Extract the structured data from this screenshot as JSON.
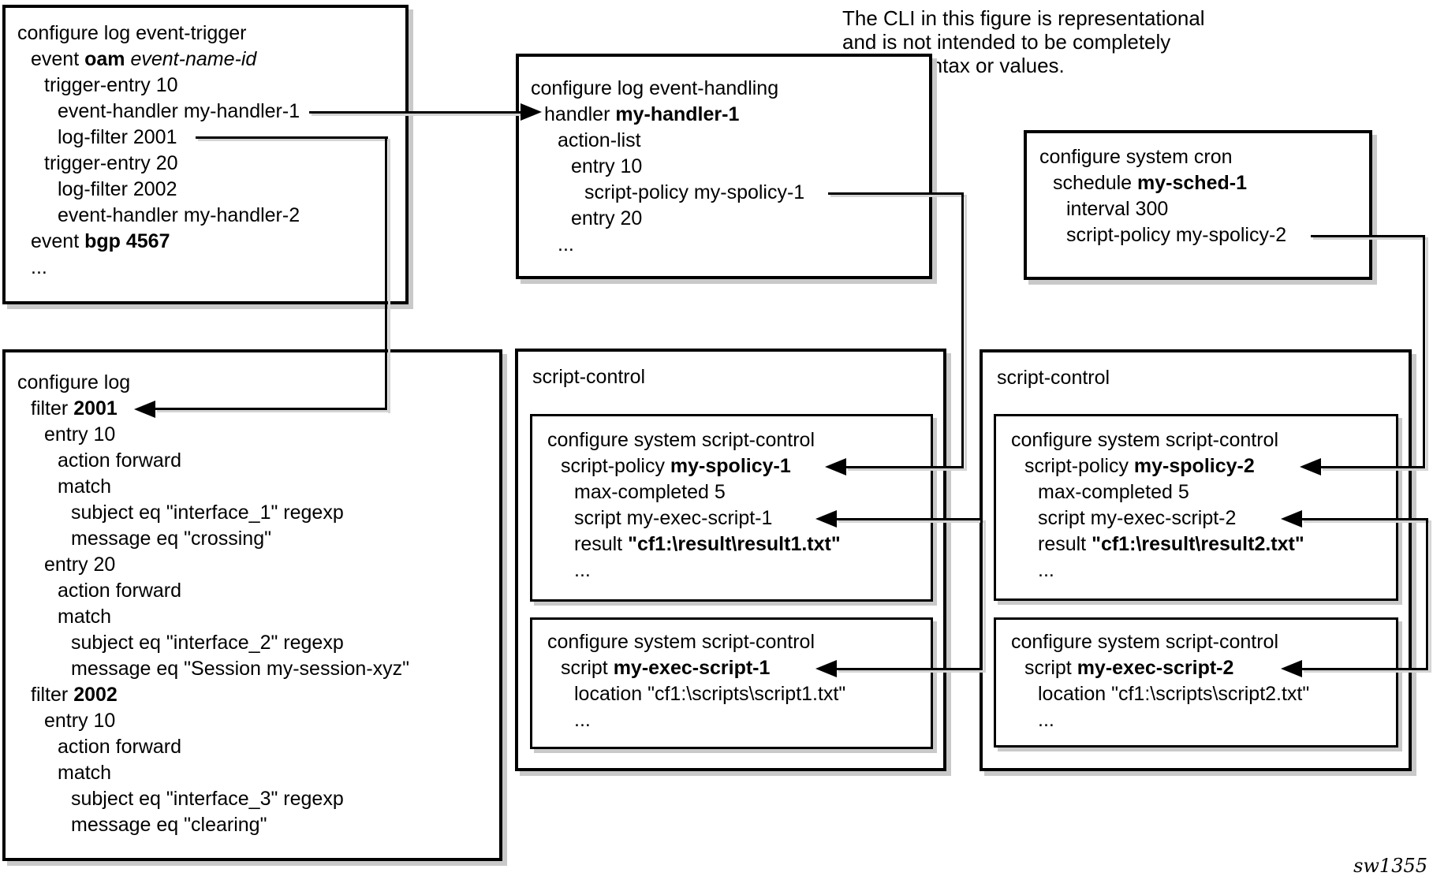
{
  "note": {
    "lines": [
      "The CLI in this figure is representational",
      "and is not intended to be completely",
      "correct syntax or values."
    ]
  },
  "watermark": "sw1355",
  "boxes": {
    "event_trigger": {
      "lines": [
        {
          "indent": 0,
          "segs": [
            {
              "t": "configure log event-trigger"
            }
          ]
        },
        {
          "indent": 1,
          "segs": [
            {
              "t": "event "
            },
            {
              "t": "oam",
              "b": true
            },
            {
              "t": " "
            },
            {
              "t": "event-name-id",
              "i": true
            }
          ]
        },
        {
          "indent": 2,
          "segs": [
            {
              "t": "trigger-entry 10"
            }
          ]
        },
        {
          "indent": 3,
          "segs": [
            {
              "t": "event-handler my-handler-1"
            }
          ]
        },
        {
          "indent": 3,
          "segs": [
            {
              "t": "log-filter 2001"
            }
          ]
        },
        {
          "indent": 2,
          "segs": [
            {
              "t": "trigger-entry 20"
            }
          ]
        },
        {
          "indent": 3,
          "segs": [
            {
              "t": "log-filter 2002"
            }
          ]
        },
        {
          "indent": 3,
          "segs": [
            {
              "t": "event-handler my-handler-2"
            }
          ]
        },
        {
          "indent": 1,
          "segs": [
            {
              "t": "event "
            },
            {
              "t": "bgp 4567",
              "b": true
            }
          ]
        },
        {
          "indent": 1,
          "segs": [
            {
              "t": "..."
            }
          ]
        }
      ]
    },
    "event_handling": {
      "lines": [
        {
          "indent": 0,
          "segs": [
            {
              "t": "configure log event-handling"
            }
          ]
        },
        {
          "indent": 1,
          "segs": [
            {
              "t": "handler "
            },
            {
              "t": "my-handler-1",
              "b": true
            }
          ]
        },
        {
          "indent": 2,
          "segs": [
            {
              "t": "action-list"
            }
          ]
        },
        {
          "indent": 3,
          "segs": [
            {
              "t": "entry 10"
            }
          ]
        },
        {
          "indent": 4,
          "segs": [
            {
              "t": "script-policy my-spolicy-1"
            }
          ]
        },
        {
          "indent": 3,
          "segs": [
            {
              "t": "entry 20"
            }
          ]
        },
        {
          "indent": 2,
          "segs": [
            {
              "t": "..."
            }
          ]
        }
      ]
    },
    "cron": {
      "lines": [
        {
          "indent": 0,
          "segs": [
            {
              "t": "configure system cron"
            }
          ]
        },
        {
          "indent": 1,
          "segs": [
            {
              "t": "schedule "
            },
            {
              "t": "my-sched-1",
              "b": true
            }
          ]
        },
        {
          "indent": 2,
          "segs": [
            {
              "t": "interval 300"
            }
          ]
        },
        {
          "indent": 2,
          "segs": [
            {
              "t": "script-policy my-spolicy-2"
            }
          ]
        }
      ]
    },
    "log_filters": {
      "lines": [
        {
          "indent": 0,
          "segs": [
            {
              "t": "configure log"
            }
          ]
        },
        {
          "indent": 1,
          "segs": [
            {
              "t": "filter "
            },
            {
              "t": "2001",
              "b": true
            }
          ]
        },
        {
          "indent": 2,
          "segs": [
            {
              "t": "entry 10"
            }
          ]
        },
        {
          "indent": 3,
          "segs": [
            {
              "t": "action forward"
            }
          ]
        },
        {
          "indent": 3,
          "segs": [
            {
              "t": "match"
            }
          ]
        },
        {
          "indent": 4,
          "segs": [
            {
              "t": "subject eq \"interface_1\" regexp"
            }
          ]
        },
        {
          "indent": 4,
          "segs": [
            {
              "t": "message eq \"crossing\""
            }
          ]
        },
        {
          "indent": 2,
          "segs": [
            {
              "t": "entry 20"
            }
          ]
        },
        {
          "indent": 3,
          "segs": [
            {
              "t": "action forward"
            }
          ]
        },
        {
          "indent": 3,
          "segs": [
            {
              "t": "match"
            }
          ]
        },
        {
          "indent": 4,
          "segs": [
            {
              "t": "subject eq \"interface_2\" regexp"
            }
          ]
        },
        {
          "indent": 4,
          "segs": [
            {
              "t": "message eq \"Session my-session-xyz\""
            }
          ]
        },
        {
          "indent": 1,
          "segs": [
            {
              "t": "filter "
            },
            {
              "t": "2002",
              "b": true
            }
          ]
        },
        {
          "indent": 2,
          "segs": [
            {
              "t": "entry 10"
            }
          ]
        },
        {
          "indent": 3,
          "segs": [
            {
              "t": "action forward"
            }
          ]
        },
        {
          "indent": 3,
          "segs": [
            {
              "t": "match"
            }
          ]
        },
        {
          "indent": 4,
          "segs": [
            {
              "t": "subject eq \"interface_3\" regexp"
            }
          ]
        },
        {
          "indent": 4,
          "segs": [
            {
              "t": "message eq \"clearing\""
            }
          ]
        }
      ]
    },
    "script_control_mid": {
      "label": "script-control",
      "policy_lines": [
        {
          "indent": 0,
          "segs": [
            {
              "t": "configure system script-control"
            }
          ]
        },
        {
          "indent": 1,
          "segs": [
            {
              "t": "script-policy "
            },
            {
              "t": "my-spolicy-1",
              "b": true
            }
          ]
        },
        {
          "indent": 2,
          "segs": [
            {
              "t": "max-completed 5"
            }
          ]
        },
        {
          "indent": 2,
          "segs": [
            {
              "t": "script my-exec-script-1"
            }
          ]
        },
        {
          "indent": 2,
          "segs": [
            {
              "t": "result "
            },
            {
              "t": "\"cf1:\\result\\result1.txt\"",
              "b": true
            }
          ]
        },
        {
          "indent": 2,
          "segs": [
            {
              "t": "..."
            }
          ]
        }
      ],
      "script_lines": [
        {
          "indent": 0,
          "segs": [
            {
              "t": "configure system script-control"
            }
          ]
        },
        {
          "indent": 1,
          "segs": [
            {
              "t": "script "
            },
            {
              "t": "my-exec-script-1",
              "b": true
            }
          ]
        },
        {
          "indent": 2,
          "segs": [
            {
              "t": "location \"cf1:\\scripts\\script1.txt\""
            }
          ]
        },
        {
          "indent": 2,
          "segs": [
            {
              "t": "..."
            }
          ]
        }
      ]
    },
    "script_control_right": {
      "label": "script-control",
      "policy_lines": [
        {
          "indent": 0,
          "segs": [
            {
              "t": "configure system script-control"
            }
          ]
        },
        {
          "indent": 1,
          "segs": [
            {
              "t": "script-policy "
            },
            {
              "t": "my-spolicy-2",
              "b": true
            }
          ]
        },
        {
          "indent": 2,
          "segs": [
            {
              "t": "max-completed 5"
            }
          ]
        },
        {
          "indent": 2,
          "segs": [
            {
              "t": "script my-exec-script-2"
            }
          ]
        },
        {
          "indent": 2,
          "segs": [
            {
              "t": "result "
            },
            {
              "t": "\"cf1:\\result\\result2.txt\"",
              "b": true
            }
          ]
        },
        {
          "indent": 2,
          "segs": [
            {
              "t": "..."
            }
          ]
        }
      ],
      "script_lines": [
        {
          "indent": 0,
          "segs": [
            {
              "t": "configure system script-control"
            }
          ]
        },
        {
          "indent": 1,
          "segs": [
            {
              "t": "script "
            },
            {
              "t": "my-exec-script-2",
              "b": true
            }
          ]
        },
        {
          "indent": 2,
          "segs": [
            {
              "t": "location \"cf1:\\scripts\\script2.txt\""
            }
          ]
        },
        {
          "indent": 2,
          "segs": [
            {
              "t": "..."
            }
          ]
        }
      ]
    }
  }
}
